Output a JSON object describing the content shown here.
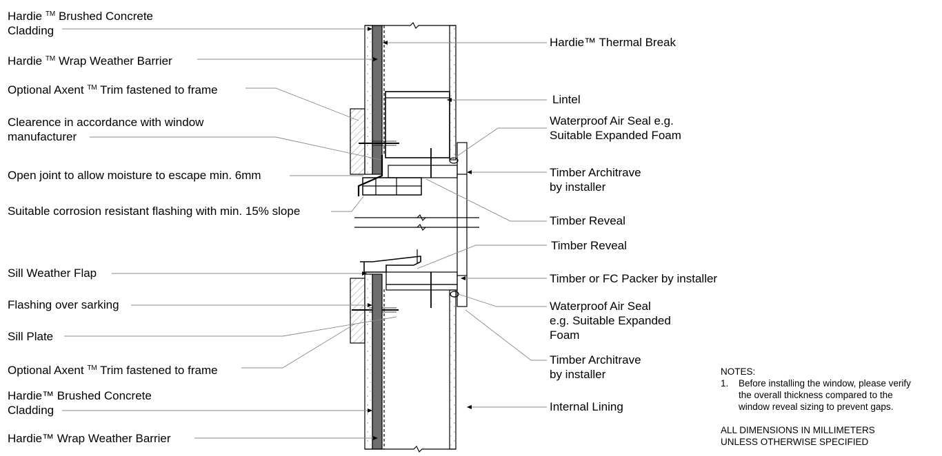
{
  "labels_left": {
    "cladding_top": {
      "pre": "Hardie ",
      "tm": "TM",
      "post": " Brushed Concrete",
      "line2": "Cladding"
    },
    "wrap_top": {
      "pre": "Hardie ",
      "tm": "TM",
      "post": " Wrap Weather Barrier"
    },
    "axent_top": {
      "pre": "Optional Axent ",
      "tm": "TM",
      "post": " Trim fastened to frame"
    },
    "clearance": {
      "line1": "Clearence in accordance with window",
      "line2": "manufacturer"
    },
    "open_joint": "Open joint to allow moisture to escape min. 6mm",
    "flashing_slope": "Suitable corrosion resistant flashing with min. 15% slope",
    "sill_flap": "Sill Weather Flap",
    "flashing_sarking": "Flashing over sarking",
    "sill_plate": "Sill Plate",
    "axent_bottom": {
      "pre": "Optional Axent ",
      "tm": "TM",
      "post": " Trim fastened to frame"
    },
    "cladding_bottom": {
      "line1": "Hardie™ Brushed Concrete",
      "line2": "Cladding"
    },
    "wrap_bottom": "Hardie™ Wrap Weather Barrier"
  },
  "labels_right": {
    "thermal_break": "Hardie™ Thermal Break",
    "lintel": "Lintel",
    "air_seal_top": {
      "line1": "Waterproof Air Seal e.g.",
      "line2": "Suitable Expanded Foam"
    },
    "architrave_top": {
      "line1": "Timber  Architrave",
      "line2": "by installer"
    },
    "reveal_top": "Timber Reveal",
    "reveal_bottom": "Timber Reveal",
    "packer": "Timber or FC Packer by installer",
    "air_seal_bottom": {
      "line1": "Waterproof Air Seal",
      "line2": "e.g. Suitable Expanded",
      "line3": "Foam"
    },
    "architrave_bottom": {
      "line1": "Timber Architrave",
      "line2": "by installer"
    },
    "internal_lining": "Internal Lining"
  },
  "notes": {
    "heading": "NOTES:",
    "item_number": "1.",
    "item_text": {
      "line1": "Before installing the window, please verify",
      "line2": "the overall thickness compared to the",
      "line3": "window reveal sizing to prevent gaps."
    },
    "dimensions": {
      "line1": "ALL DIMENSIONS IN MILLIMETERS",
      "line2": "UNLESS OTHERWISE SPECIFIED"
    }
  }
}
